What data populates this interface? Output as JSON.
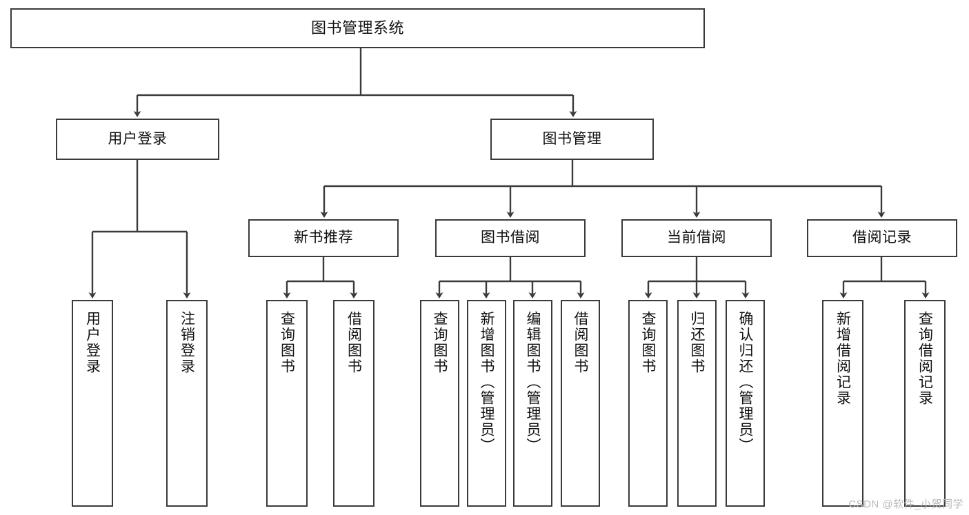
{
  "diagram": {
    "title": "图书管理系统",
    "type": "functional-structure-tree",
    "stroke_color": "#3a3a3a",
    "fill_color": "#ffffff",
    "text_color": "#111111"
  },
  "root": {
    "label": "图书管理系统"
  },
  "level2": [
    {
      "label": "用户登录"
    },
    {
      "label": "图书管理"
    }
  ],
  "level3": [
    {
      "label": "新书推荐"
    },
    {
      "label": "图书借阅"
    },
    {
      "label": "当前借阅"
    },
    {
      "label": "借阅记录"
    }
  ],
  "leaves": {
    "user_login": [
      {
        "label": "用户登录"
      },
      {
        "label": "注销登录"
      }
    ],
    "new_book_recommend": [
      {
        "label": "查询图书"
      },
      {
        "label": "借阅图书"
      }
    ],
    "book_borrow": [
      {
        "label": "查询图书"
      },
      {
        "label": "新增图书（管理员）"
      },
      {
        "label": "编辑图书（管理员）"
      },
      {
        "label": "借阅图书"
      }
    ],
    "current_borrow": [
      {
        "label": "查询图书"
      },
      {
        "label": "归还图书"
      },
      {
        "label": "确认归还（管理员）"
      }
    ],
    "borrow_record": [
      {
        "label": "新增借阅记录"
      },
      {
        "label": "查询借阅记录"
      }
    ]
  },
  "watermark": {
    "text": "CSDN @软件_小贺同学"
  }
}
